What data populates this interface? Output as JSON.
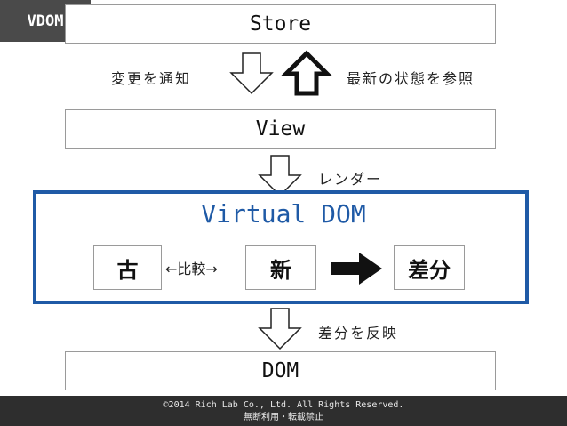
{
  "badge": {
    "label": "VDOM"
  },
  "layers": {
    "store": "Store",
    "view": "View",
    "dom": "DOM"
  },
  "captions": {
    "notify_change": "変更を通知",
    "refer_latest_state": "最新の状態を参照",
    "render": "レンダー",
    "reflect_diff": "差分を反映"
  },
  "virtual_dom": {
    "title": "Virtual DOM",
    "old_node": "古",
    "compare": "←比較→",
    "new_node": "新",
    "diff_node": "差分"
  },
  "footer": {
    "copyright": "©2014 Rich Lab Co., Ltd. All Rights Reserved.",
    "notice": "無断利用・転載禁止"
  },
  "colors": {
    "accent_blue": "#1f5aa6",
    "badge_bg": "#4a4a4a",
    "footer_bg": "#2e2e2e"
  }
}
